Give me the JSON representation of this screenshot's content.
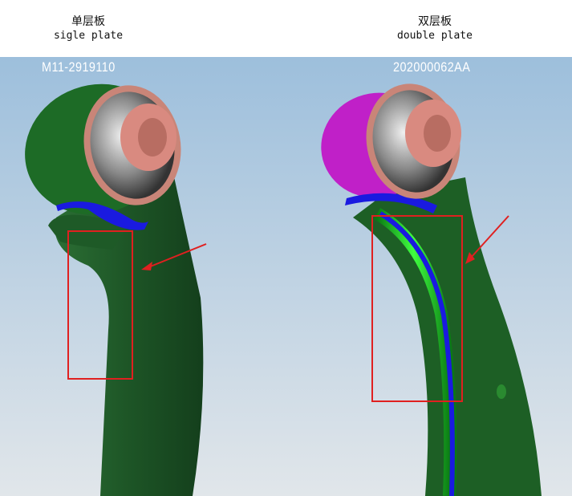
{
  "left": {
    "title_zh": "单层板",
    "title_en": "sigle plate",
    "part_number": "M11-2919110"
  },
  "right": {
    "title_zh": "双层板",
    "title_en": "double plate",
    "part_number": "202000062AA"
  },
  "colors": {
    "arm_green": "#1f5a2a",
    "bushing_purple": "#c020c8",
    "highlight_box": "#e02020",
    "plate_blue": "#1a1ae0",
    "background_top": "#9dbfdc",
    "background_bottom": "#e1e6ea"
  }
}
